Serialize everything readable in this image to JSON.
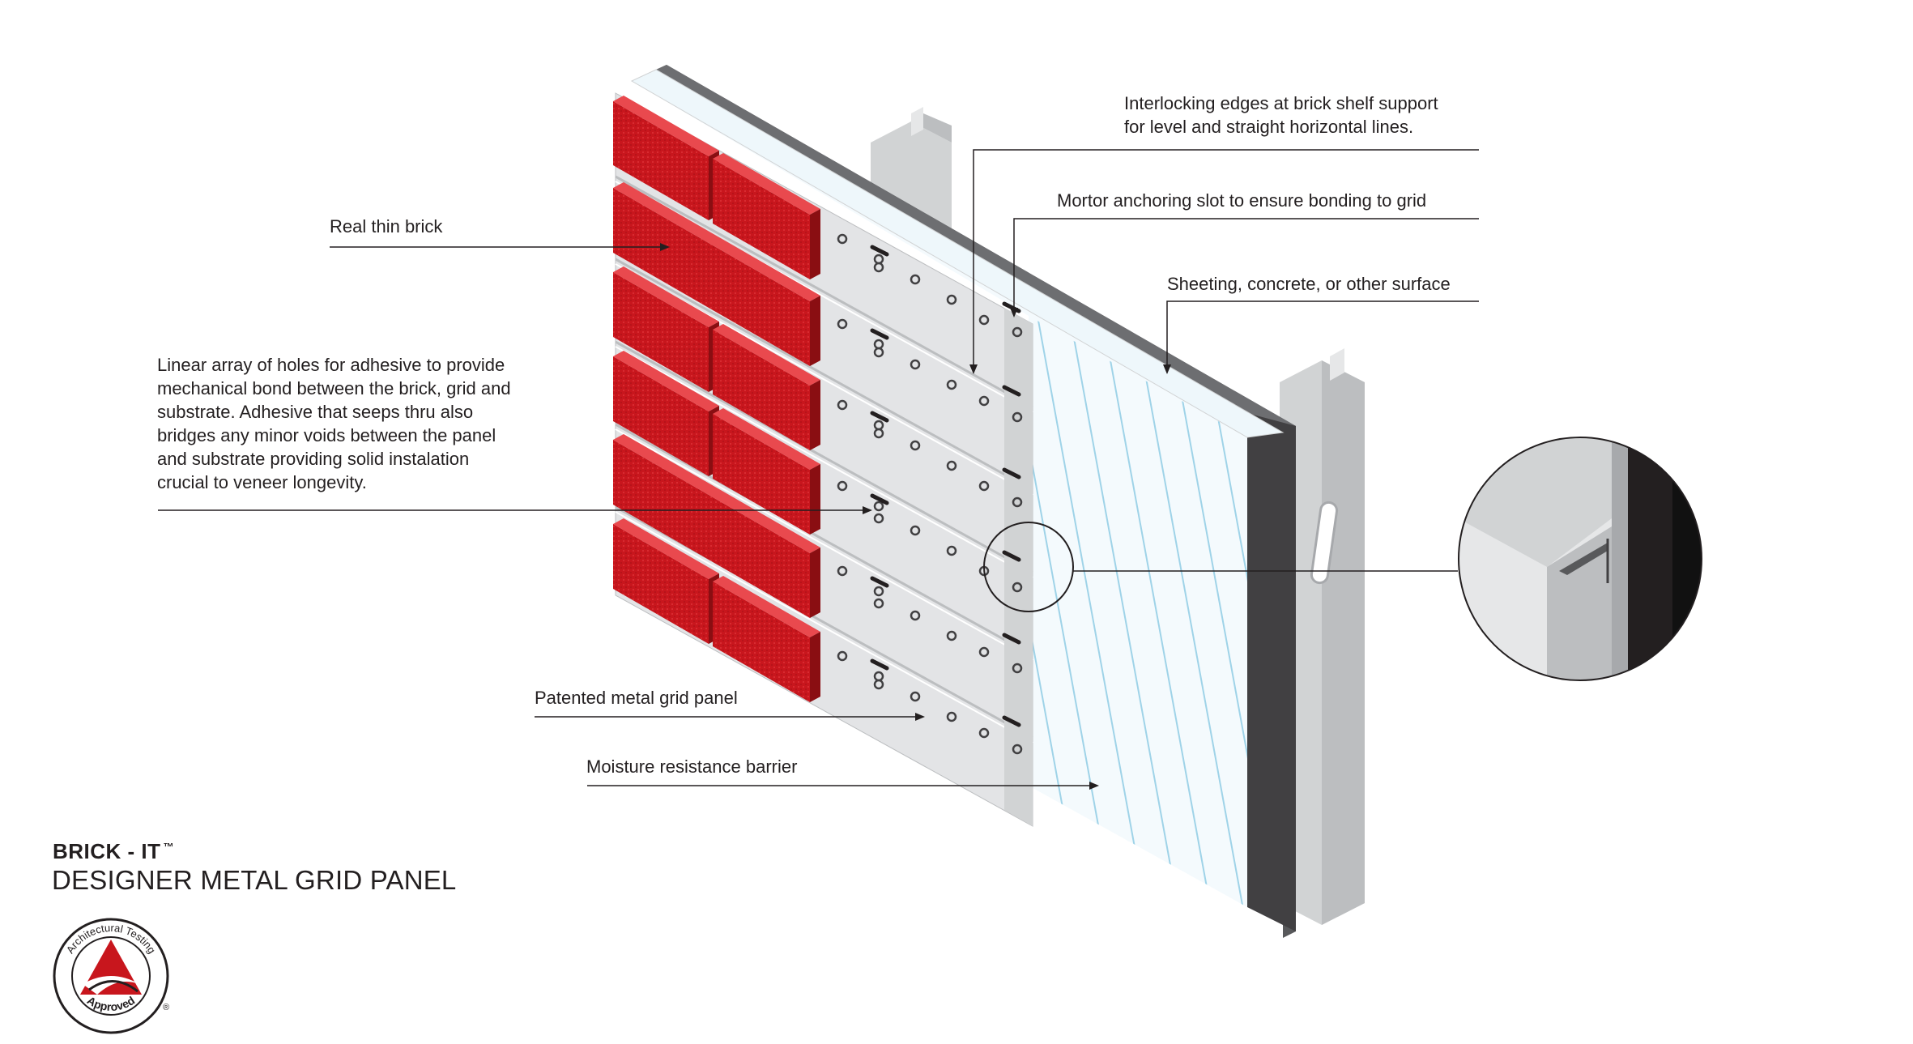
{
  "brand": {
    "name": "BRICK - IT",
    "trademark": "™",
    "subtitle": "DESIGNER METAL GRID PANEL"
  },
  "callouts": {
    "interlocking_line1": "Interlocking edges at brick shelf support",
    "interlocking_line2": "for level and straight horizontal lines.",
    "mortor": "Mortor anchoring slot to ensure bonding to grid",
    "sheeting": "Sheeting, concrete, or other surface",
    "brick": "Real thin brick",
    "holes": [
      "Linear array of holes for adhesive to provide",
      "mechanical bond between the brick, grid and",
      "substrate. Adhesive that seeps thru also",
      "bridges any minor voids between the panel",
      "and substrate providing solid instalation",
      "crucial to veneer longevity."
    ],
    "grid": "Patented metal grid panel",
    "barrier": "Moisture resistance barrier"
  },
  "seal": {
    "arc_top": "Architectural Testing",
    "arc_bottom": "Approved",
    "registered": "®"
  },
  "colors": {
    "brick": "#c8161d",
    "brick_dark": "#8a0e12",
    "grid_panel": "#e3e4e6",
    "barrier_lines": "#9fd3e8",
    "sheeting": "#414042",
    "stud": "#d1d3d4",
    "callout_line": "#231f20"
  }
}
